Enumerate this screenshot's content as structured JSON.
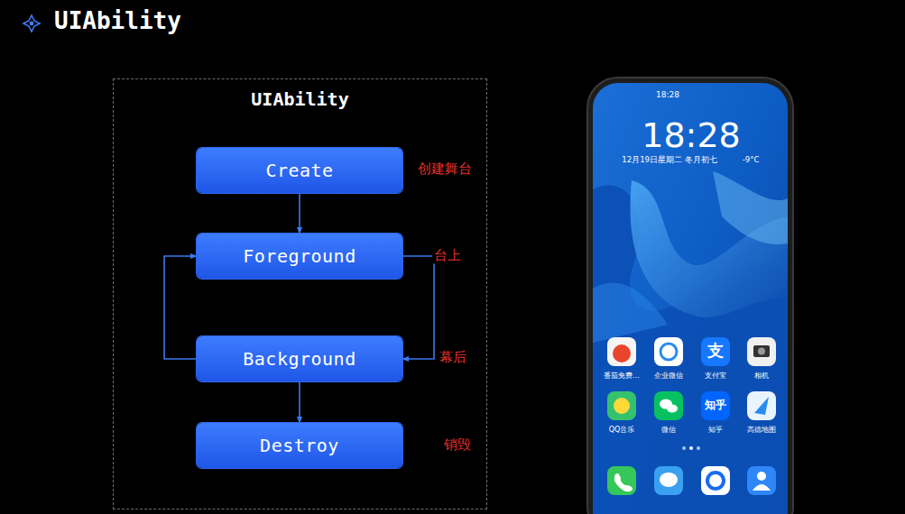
{
  "diagram": {
    "title": "UIAbility",
    "nodes": [
      {
        "text": [
          "UIAbility"
        ]
      },
      {
        "text": [
          "Create"
        ],
        "in": 0
      },
      {
        "text": [
          "Foreground"
        ],
        "in": 0
      },
      {
        "text": [
          "Background"
        ],
        "in": 0
      },
      {
        "text": [
          "Destroy"
        ],
        "in": 0
      }
    ],
    "edges": [
      {
        "from": 1,
        "to": 2,
        "arrow": "to"
      },
      {
        "from": 2,
        "to": 3,
        "arrow": "to"
      },
      {
        "from": 3,
        "to": 2,
        "arrow": "to"
      },
      {
        "from": 3,
        "to": 4,
        "arrow": "to"
      }
    ],
    "labels": [
      "创建舞台",
      "台上",
      "幕后",
      "销毁",
      "18:28",
      "18:28",
      "12月19日星期二 冬月初七",
      "-9°C",
      "支",
      "知乎",
      "番茄免费…",
      "企业微信",
      "支付宝",
      "相机",
      "QQ音乐",
      "微信",
      "知乎",
      "高德地图"
    ]
  }
}
